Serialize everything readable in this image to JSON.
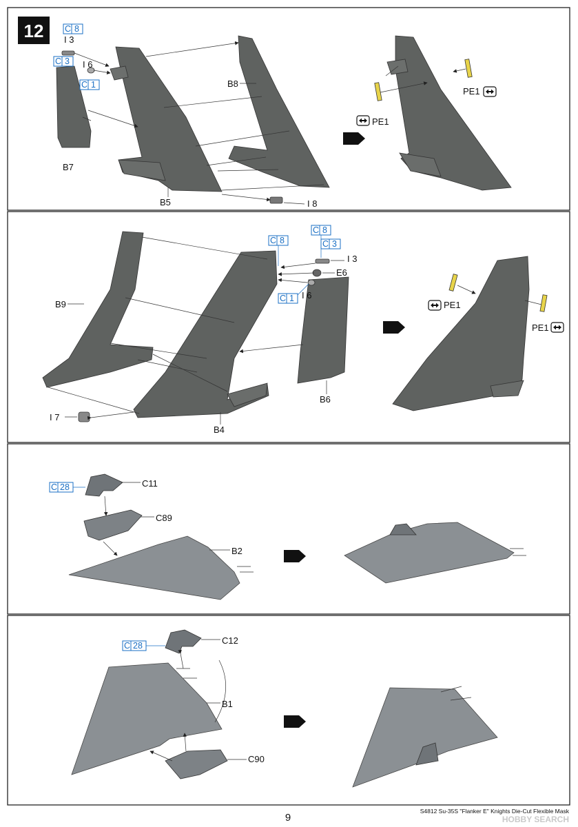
{
  "step_number": "12",
  "page_number": "9",
  "footer_text": "S4812 Su-35S \"Flanker E\" Knights Die-Cut Flexible Mask",
  "watermark": "HOBBY SEARCH",
  "colors": {
    "part_gray": "#5f6260",
    "light_gray": "#8b9094",
    "ref_blue": "#1a6fc4",
    "pe_yellow": "#e8d44a"
  },
  "panel1": {
    "parts": {
      "b5": "B5",
      "b7": "B7",
      "b8": "B8",
      "i8": "I 8",
      "i3": "I 3",
      "i6": "I 6",
      "pe1_left": "PE1",
      "pe1_right": "PE1"
    },
    "paint_refs": [
      {
        "code": "C",
        "num": "8"
      },
      {
        "code": "C",
        "num": "3"
      },
      {
        "code": "C",
        "num": "1"
      }
    ]
  },
  "panel2": {
    "parts": {
      "b9": "B9",
      "b4": "B4",
      "b6": "B6",
      "i7": "I 7",
      "i3": "I 3",
      "i6": "I 6",
      "e6": "E6",
      "pe1_top": "PE1",
      "pe1_right": "PE1"
    },
    "paint_refs": [
      {
        "code": "C",
        "num": "8"
      },
      {
        "code": "C",
        "num": "8"
      },
      {
        "code": "C",
        "num": "3"
      },
      {
        "code": "C",
        "num": "1"
      }
    ]
  },
  "panel3": {
    "parts": {
      "c11": "C11",
      "c89": "C89",
      "b2": "B2"
    },
    "paint_refs": [
      {
        "code": "C",
        "num": "28"
      }
    ]
  },
  "panel4": {
    "parts": {
      "c12": "C12",
      "b1": "B1",
      "c90": "C90"
    },
    "paint_refs": [
      {
        "code": "C",
        "num": "28"
      }
    ]
  }
}
